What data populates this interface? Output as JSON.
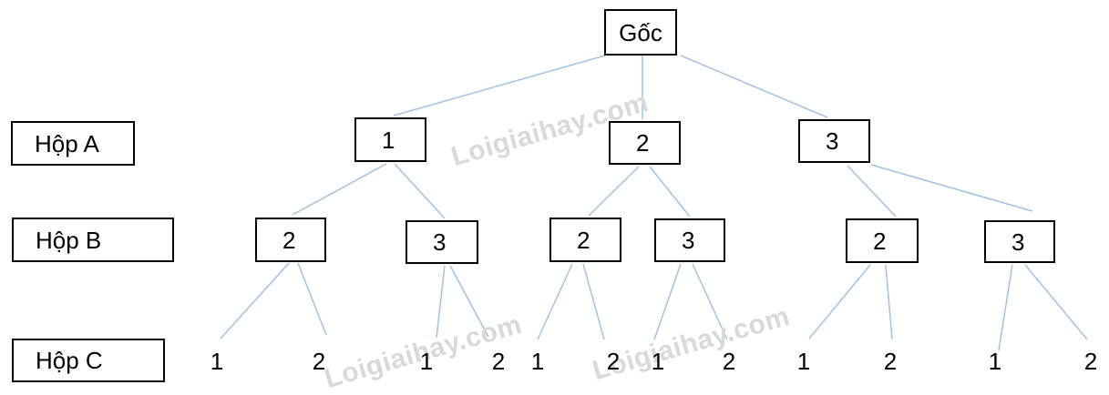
{
  "diagram": {
    "type": "tree",
    "root": {
      "id": "root",
      "label": "Gốc"
    },
    "row_labels": [
      {
        "id": "row-a",
        "label": "Hộp A"
      },
      {
        "id": "row-b",
        "label": "Hộp B"
      },
      {
        "id": "row-c",
        "label": "Hộp C"
      }
    ],
    "level_a": [
      {
        "id": "a1",
        "value": "1"
      },
      {
        "id": "a2",
        "value": "2"
      },
      {
        "id": "a3",
        "value": "3"
      }
    ],
    "level_b": [
      {
        "id": "b1",
        "value": "2"
      },
      {
        "id": "b2",
        "value": "3"
      },
      {
        "id": "b3",
        "value": "2"
      },
      {
        "id": "b4",
        "value": "3"
      },
      {
        "id": "b5",
        "value": "2"
      },
      {
        "id": "b6",
        "value": "3"
      }
    ],
    "level_c": [
      {
        "id": "c1",
        "value": "1"
      },
      {
        "id": "c2",
        "value": "2"
      },
      {
        "id": "c3",
        "value": "1"
      },
      {
        "id": "c4",
        "value": "2"
      },
      {
        "id": "c5",
        "value": "1"
      },
      {
        "id": "c6",
        "value": "2"
      },
      {
        "id": "c7",
        "value": "1"
      },
      {
        "id": "c8",
        "value": "2"
      },
      {
        "id": "c9",
        "value": "1"
      },
      {
        "id": "c10",
        "value": "2"
      },
      {
        "id": "c11",
        "value": "1"
      },
      {
        "id": "c12",
        "value": "2"
      }
    ],
    "edges": [
      [
        "root",
        "a1"
      ],
      [
        "root",
        "a2"
      ],
      [
        "root",
        "a3"
      ],
      [
        "a1",
        "b1"
      ],
      [
        "a1",
        "b2"
      ],
      [
        "a2",
        "b3"
      ],
      [
        "a2",
        "b4"
      ],
      [
        "a3",
        "b5"
      ],
      [
        "a3",
        "b6"
      ],
      [
        "b1",
        "c1"
      ],
      [
        "b1",
        "c2"
      ],
      [
        "b2",
        "c3"
      ],
      [
        "b2",
        "c4"
      ],
      [
        "b3",
        "c5"
      ],
      [
        "b3",
        "c6"
      ],
      [
        "b4",
        "c7"
      ],
      [
        "b4",
        "c8"
      ],
      [
        "b5",
        "c9"
      ],
      [
        "b5",
        "c10"
      ],
      [
        "b6",
        "c11"
      ],
      [
        "b6",
        "c12"
      ]
    ],
    "watermarks": [
      {
        "text": "Loigiaihay.com"
      },
      {
        "text": "Loigiaihay.com"
      },
      {
        "text": "Loigiaihay.com"
      }
    ],
    "colors": {
      "connector": "#9DC3E6",
      "box_border": "#000000",
      "text": "#000000",
      "watermark": "#D9D9D9",
      "background": "#FFFFFF"
    }
  }
}
